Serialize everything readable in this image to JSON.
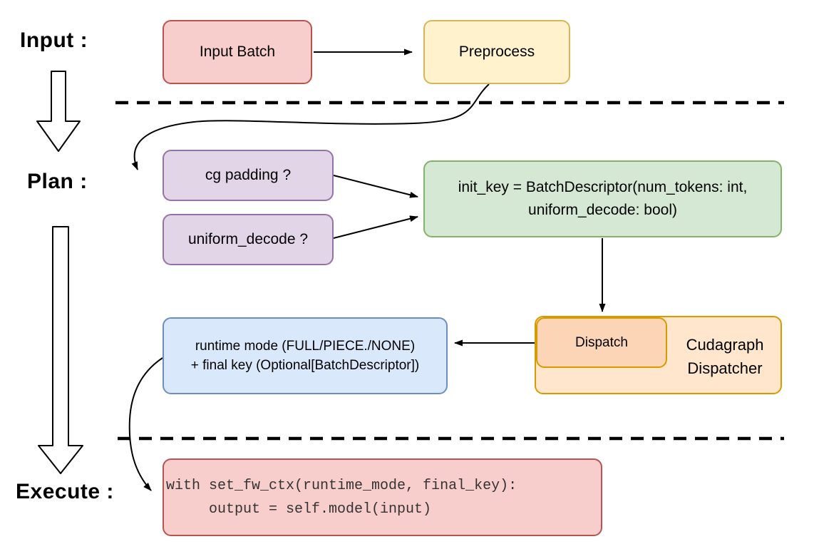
{
  "diagram": {
    "stage_labels": {
      "input": "Input :",
      "plan": "Plan :",
      "execute": "Execute :"
    },
    "nodes": {
      "input_batch": {
        "label": "Input Batch"
      },
      "preprocess": {
        "label": "Preprocess"
      },
      "cg_padding": {
        "label": "cg padding ?"
      },
      "uniform_decode": {
        "label": "uniform_decode ?"
      },
      "init_key": {
        "line1": "init_key = BatchDescriptor(num_tokens: int,",
        "line2": "uniform_decode: bool)"
      },
      "dispatch": {
        "label": "Dispatch"
      },
      "cudagraph_dispatcher": {
        "line1": "Cudagraph",
        "line2": "Dispatcher"
      },
      "runtime_mode": {
        "line1": "runtime mode (FULL/PIECE./NONE)",
        "line2": "+ final key (Optional[BatchDescriptor])"
      },
      "execute_code": {
        "line1": "with set_fw_ctx(runtime_mode, final_key):",
        "line2": "     output = self.model(input)"
      }
    },
    "colors": {
      "red_fill": "#f8cecc",
      "red_stroke": "#b85450",
      "yellow_fill": "#fff2cc",
      "yellow_stroke": "#d6b656",
      "purple_fill": "#e1d5e7",
      "purple_stroke": "#9673a6",
      "green_fill": "#d5e8d4",
      "green_stroke": "#82b366",
      "blue_fill": "#dae8fc",
      "blue_stroke": "#6c8ebf",
      "orange_fill": "#ffe6cc",
      "orange_stroke": "#d79b00",
      "dispatch_fill": "#fbd5b5",
      "line_color": "#000000"
    }
  }
}
